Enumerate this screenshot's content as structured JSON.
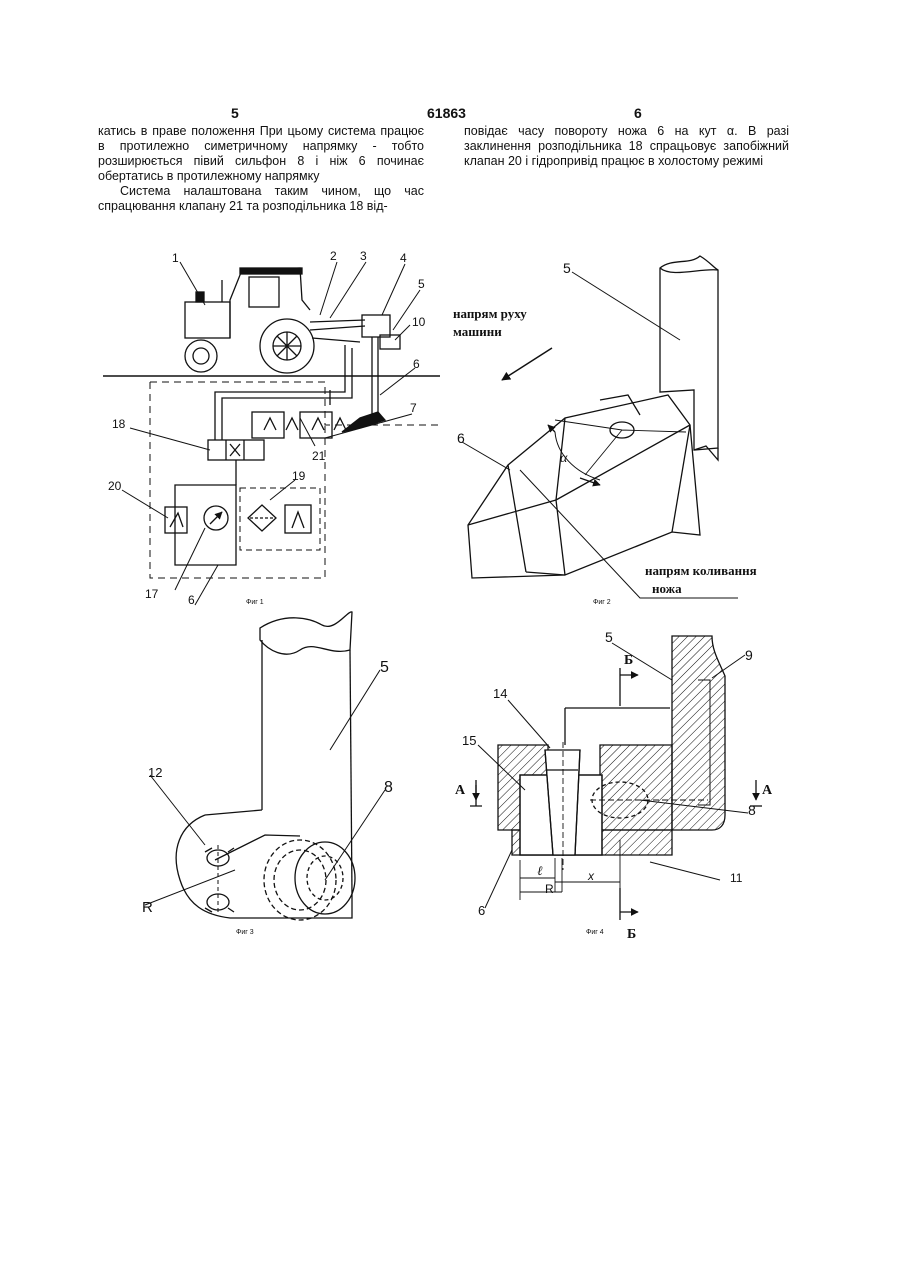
{
  "header": {
    "page_left": "5",
    "patent_no": "61863",
    "page_right": "6"
  },
  "text": {
    "left_p1": "катись в праве положення При цьому система працює в протилежно симетричному напрямку - тобто розширюється півий сильфон 8 і ніж 6 починає обертатись в протилежному напрямку",
    "left_p2": "Система налаштована таким чином, що час спрацювання клапану 21 та розподільника 18 від-",
    "right_p1": "повідає часу повороту ножа 6 на кут α. В разі заклинення розподільника 18 спрацьовує запобіжний клапан 20 і гідропривід працює в холостому режимі"
  },
  "fig1": {
    "caption": "Фиг 1",
    "labels": {
      "n1": "1",
      "n2": "2",
      "n3": "3",
      "n4": "4",
      "n5": "5",
      "n10": "10",
      "n6a": "6",
      "n7": "7",
      "n18": "18",
      "n21": "21",
      "n19": "19",
      "n20": "20",
      "n17": "17",
      "n6b": "6"
    }
  },
  "fig2": {
    "caption": "Фиг 2",
    "labels": {
      "n5": "5",
      "n6": "6",
      "alpha": "α"
    },
    "direction_line1": "напрям руху",
    "direction_line2": "машини",
    "swing_line1": "напрям коливання",
    "swing_line2": "ножа"
  },
  "fig3": {
    "caption": "Фиг 3",
    "labels": {
      "n5": "5",
      "n12": "12",
      "n8": "8",
      "R": "R"
    }
  },
  "fig4": {
    "caption": "Фиг 4",
    "labels": {
      "n5": "5",
      "n9": "9",
      "n14": "14",
      "n15": "15",
      "A_left": "А",
      "A_right": "А",
      "n8": "8",
      "n11": "11",
      "n6": "6",
      "B_top": "Б",
      "B_bottom": "Б",
      "l": "ℓ",
      "R": "R",
      "x": "x"
    }
  }
}
